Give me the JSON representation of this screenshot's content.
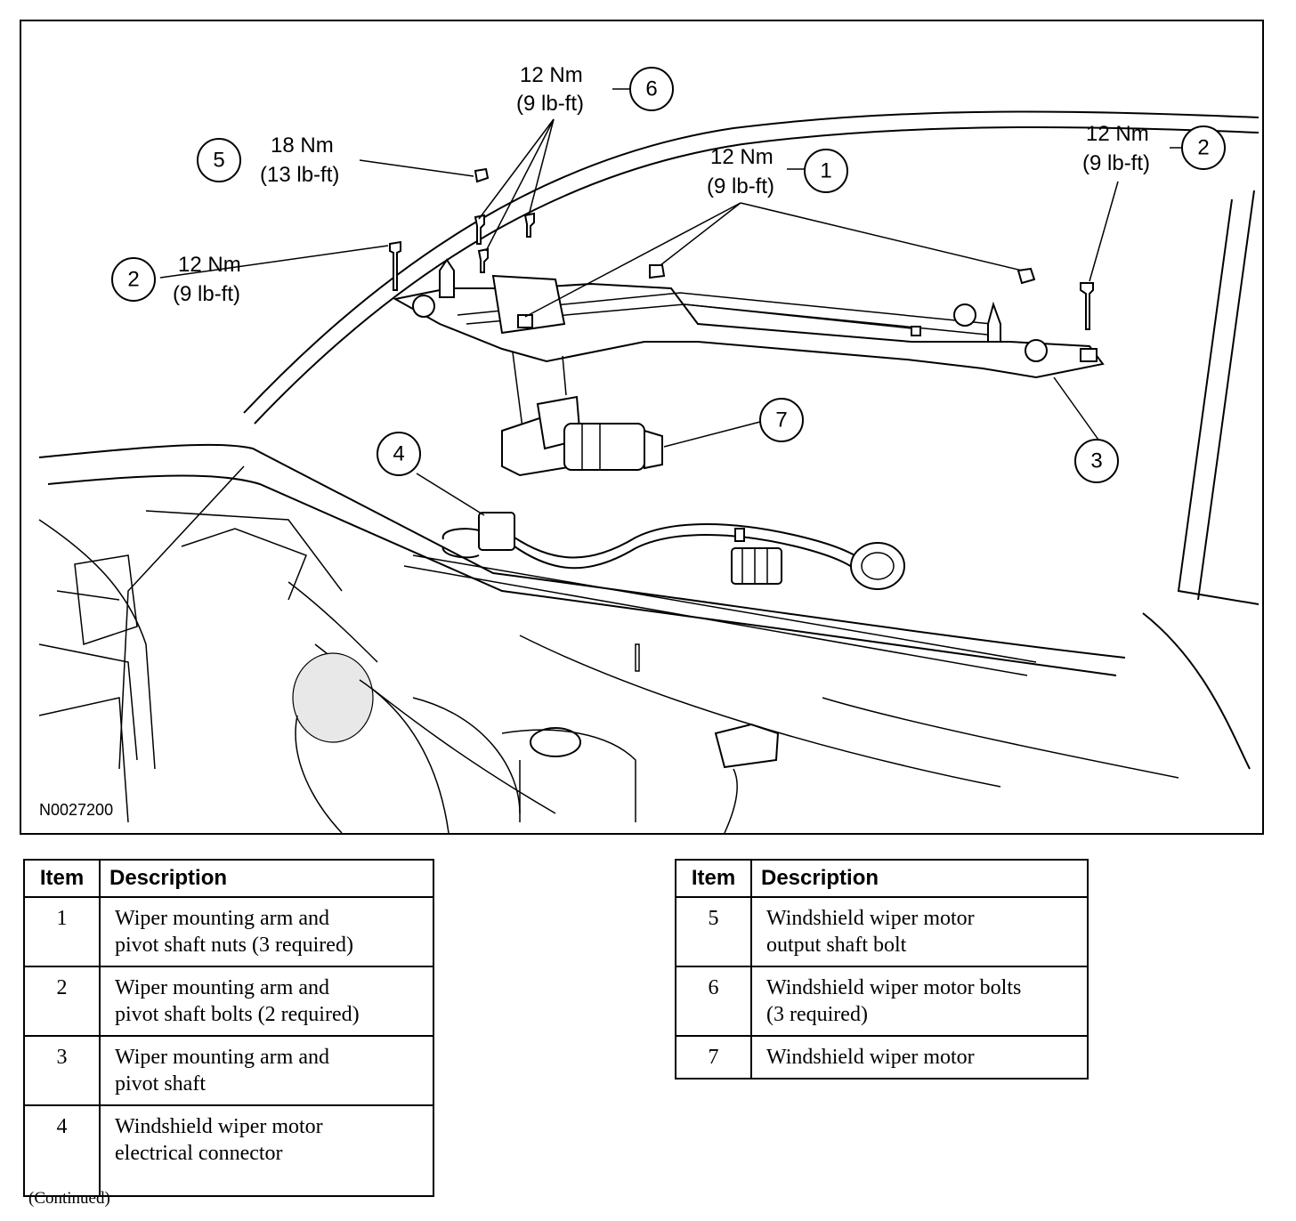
{
  "figure": {
    "id": "N0027200",
    "callouts": [
      {
        "num": "1",
        "torque_nm": "12 Nm",
        "torque_lbft": "(9 lb-ft)"
      },
      {
        "num": "2",
        "torque_nm": "12 Nm",
        "torque_lbft": "(9 lb-ft)"
      },
      {
        "num": "2",
        "torque_nm": "12 Nm",
        "torque_lbft": "(9 lb-ft)"
      },
      {
        "num": "3"
      },
      {
        "num": "4"
      },
      {
        "num": "5",
        "torque_nm": "18 Nm",
        "torque_lbft": "(13 lb-ft)"
      },
      {
        "num": "6",
        "torque_nm": "12 Nm",
        "torque_lbft": "(9 lb-ft)"
      },
      {
        "num": "7"
      }
    ]
  },
  "legend_left": {
    "header_item": "Item",
    "header_desc": "Description",
    "rows": [
      {
        "item": "1",
        "desc": "Wiper mounting arm and\npivot shaft nuts (3 required)"
      },
      {
        "item": "2",
        "desc": "Wiper mounting arm and\npivot shaft bolts (2 required)"
      },
      {
        "item": "3",
        "desc": "Wiper mounting arm and\npivot shaft"
      },
      {
        "item": "4",
        "desc": "Windshield wiper motor\nelectrical connector"
      }
    ]
  },
  "legend_right": {
    "header_item": "Item",
    "header_desc": "Description",
    "rows": [
      {
        "item": "5",
        "desc": "Windshield wiper motor\noutput shaft bolt"
      },
      {
        "item": "6",
        "desc": "Windshield wiper motor bolts\n(3 required)"
      },
      {
        "item": "7",
        "desc": "Windshield wiper motor"
      }
    ]
  },
  "footer": {
    "continued": "(Continued)"
  }
}
